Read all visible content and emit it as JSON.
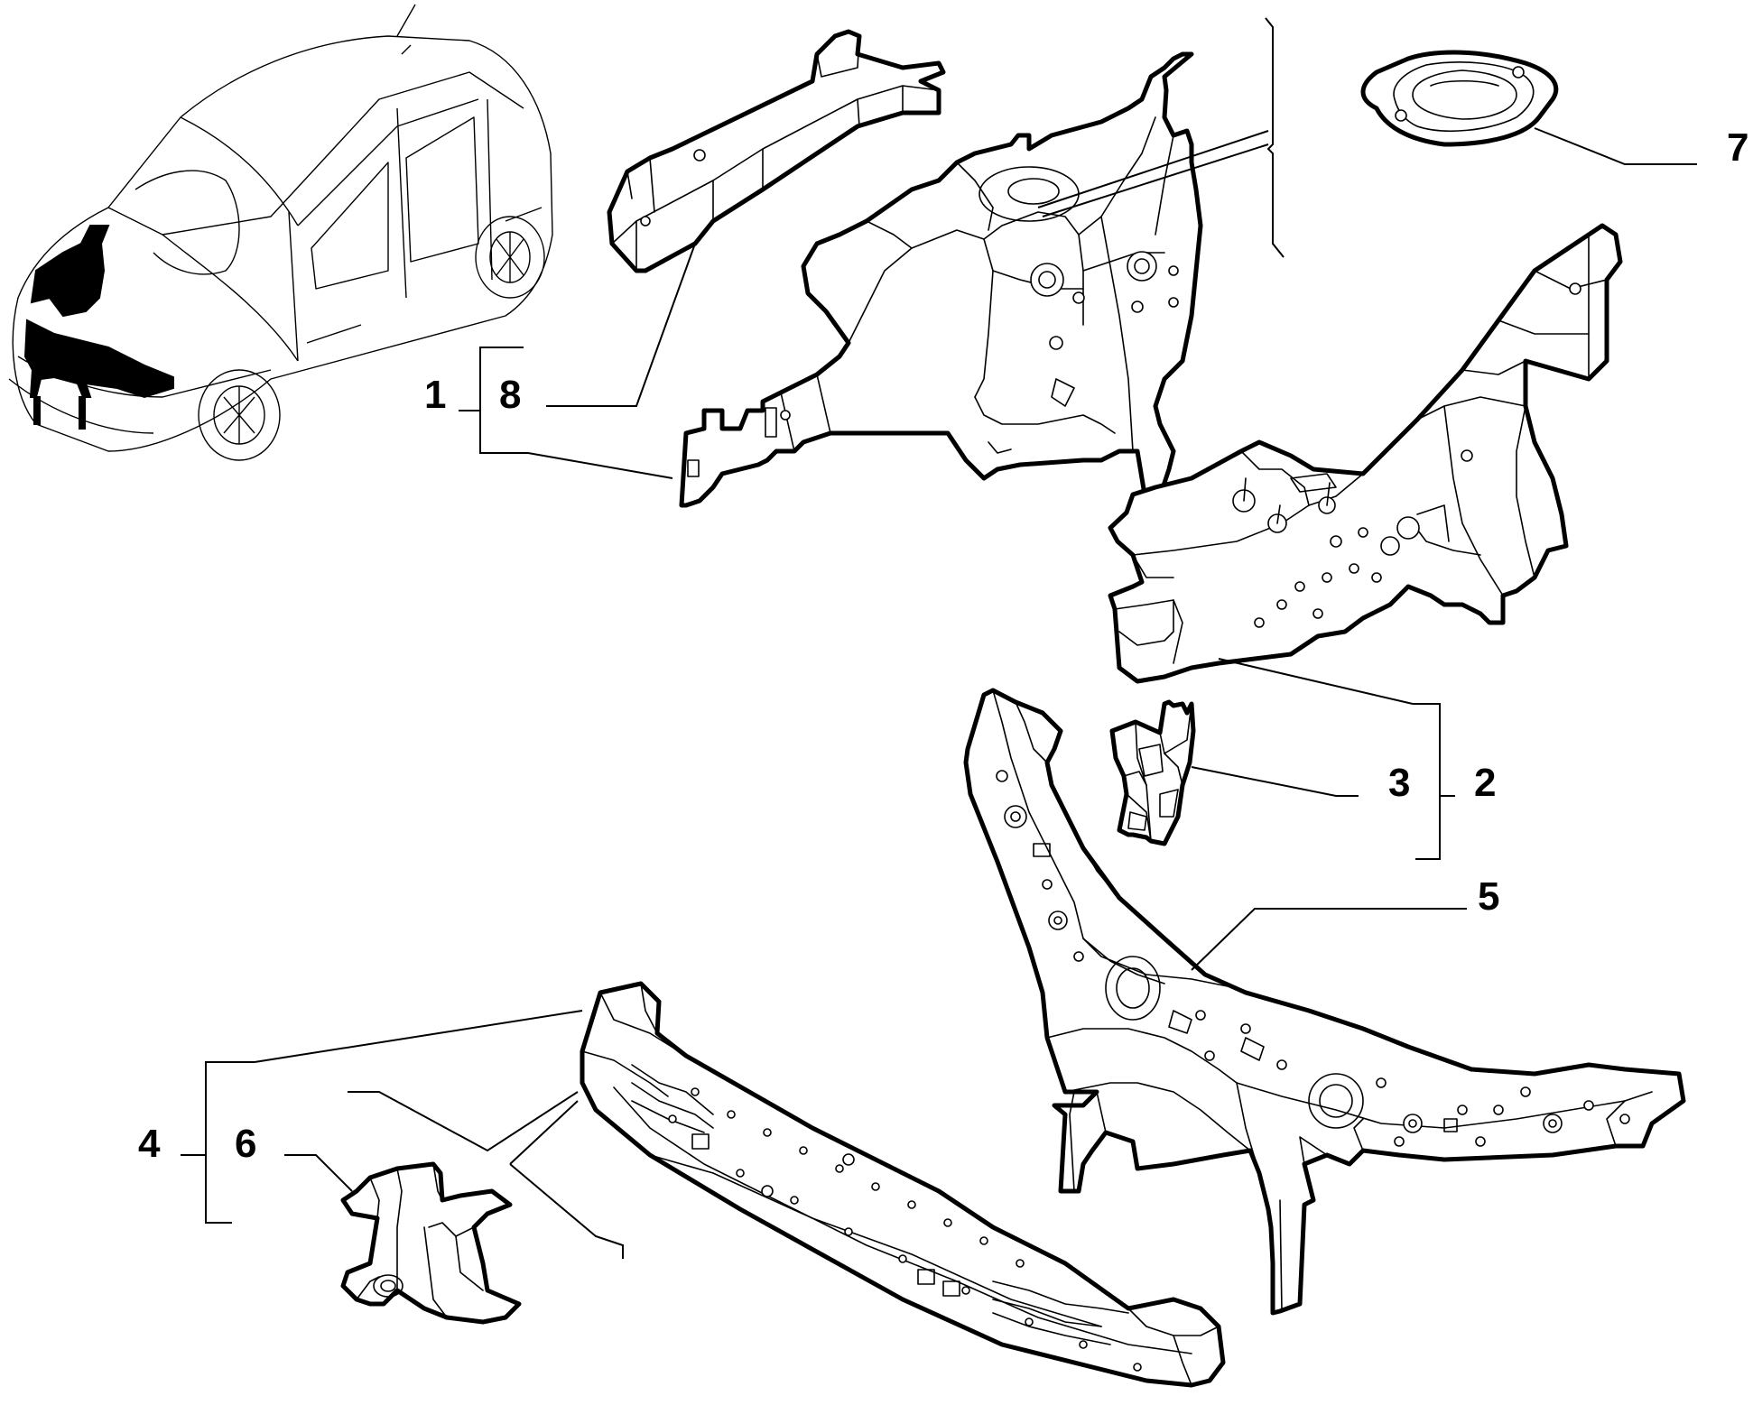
{
  "callouts": [
    {
      "id": "1",
      "label": "1"
    },
    {
      "id": "8",
      "label": "8"
    },
    {
      "id": "7",
      "label": "7"
    },
    {
      "id": "3",
      "label": "3"
    },
    {
      "id": "2",
      "label": "2"
    },
    {
      "id": "5",
      "label": "5"
    },
    {
      "id": "4",
      "label": "4"
    },
    {
      "id": "6",
      "label": "6"
    }
  ]
}
